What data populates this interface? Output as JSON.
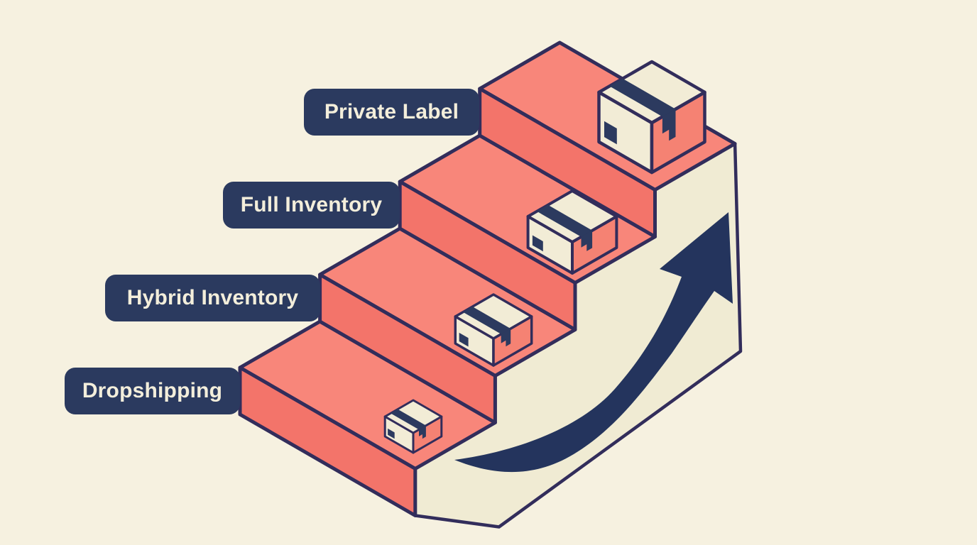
{
  "diagram": {
    "type": "isometric-staircase-infographic",
    "steps": [
      {
        "label": "Dropshipping",
        "level": 1,
        "box_size": "smallest"
      },
      {
        "label": "Hybrid Inventory",
        "level": 2,
        "box_size": "small"
      },
      {
        "label": "Full Inventory",
        "level": 3,
        "box_size": "medium"
      },
      {
        "label": "Private Label",
        "level": 4,
        "box_size": "largest"
      }
    ],
    "icons": [
      "package-box-icon",
      "growth-arrow-icon"
    ],
    "arrow_direction": "up-right"
  },
  "colors": {
    "background": "#f6f1e0",
    "wall": "#f0ebd3",
    "step_top": "#f8867a",
    "step_front": "#f3746a",
    "outline": "#322d5b",
    "label_bg": "#2b3a5f",
    "label_text": "#f3eedb",
    "arrow": "#24345d",
    "box_face": "#f2ecd6",
    "box_side": "#f58273",
    "box_tape": "#2c3a5f"
  }
}
